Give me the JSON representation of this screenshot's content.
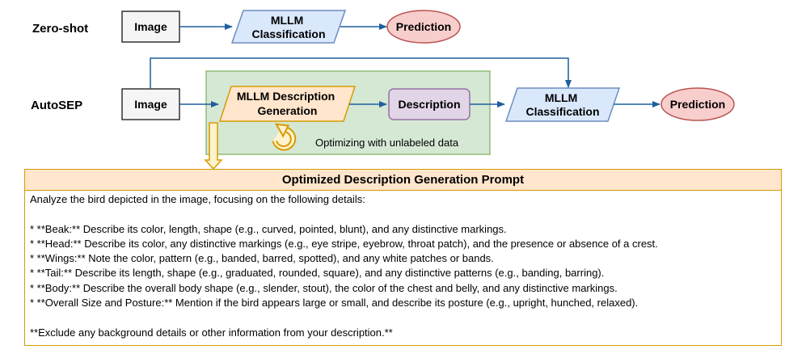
{
  "rows": {
    "zero_shot_label": "Zero-shot",
    "autosep_label": "AutoSEP"
  },
  "nodes": {
    "image": "Image",
    "mllm_classification": [
      "MLLM",
      "Classification"
    ],
    "prediction": "Prediction",
    "mllm_description_generation": [
      "MLLM Description",
      "Generation"
    ],
    "description": "Description",
    "optimizing_label": "Optimizing with unlabeled data"
  },
  "colors": {
    "image_fill": "#f5f5f5",
    "classification_fill": "#dae8fc",
    "classification_stroke": "#6c8ebf",
    "prediction_fill": "#f8cecc",
    "prediction_stroke": "#b85450",
    "description_fill": "#e1d5e7",
    "description_stroke": "#9673a6",
    "generation_fill": "#ffe6cc",
    "generation_stroke": "#d79b00",
    "optimize_region_fill": "#d5e8d4",
    "optimize_region_stroke": "#82b366",
    "arrow": "#1f5f9e"
  },
  "icons": [
    "loop-refresh-icon",
    "down-arrow-icon"
  ],
  "prompt": {
    "title": "Optimized Description Generation Prompt",
    "lines": [
      "Analyze the bird depicted in the image, focusing on the following details:",
      "",
      "* **Beak:** Describe its color, length, shape (e.g., curved, pointed, blunt), and any distinctive markings.",
      "* **Head:** Describe its color, any distinctive markings (e.g., eye stripe, eyebrow, throat patch), and the presence or absence of a crest.",
      "* **Wings:** Note the color, pattern (e.g., banded, barred, spotted), and any white patches or bands.",
      "* **Tail:** Describe its length, shape (e.g., graduated, rounded, square), and any distinctive patterns (e.g., banding, barring).",
      "* **Body:** Describe the overall body shape (e.g., slender, stout), the color of the chest and belly, and any distinctive markings.",
      "* **Overall Size and Posture:**  Mention if the bird appears large or small, and describe its posture (e.g., upright, hunched, relaxed).",
      "",
      "**Exclude any background details or other information from your description.**"
    ]
  }
}
